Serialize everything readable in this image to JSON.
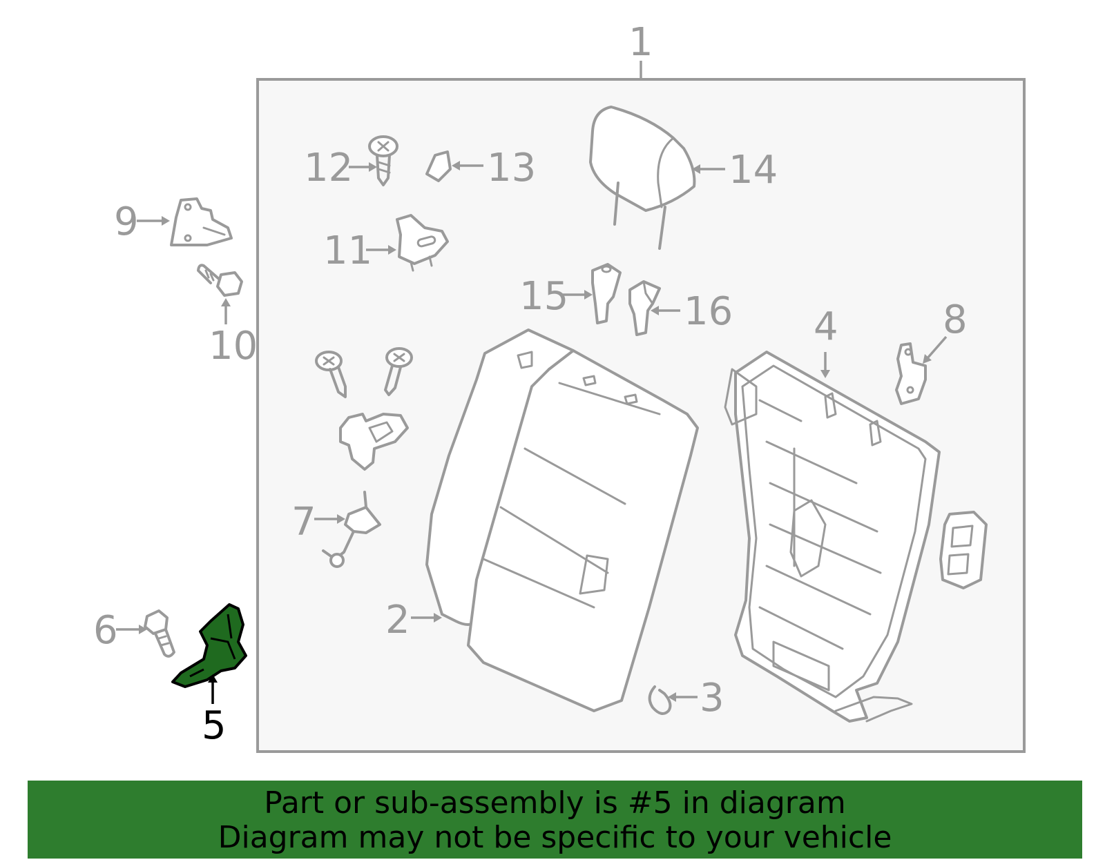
{
  "callouts": {
    "c1": "1",
    "c2": "2",
    "c3": "3",
    "c4": "4",
    "c5": "5",
    "c6": "6",
    "c7": "7",
    "c8": "8",
    "c9": "9",
    "c10": "10",
    "c11": "11",
    "c12": "12",
    "c13": "13",
    "c14": "14",
    "c15": "15",
    "c16": "16"
  },
  "highlighted_part": "5",
  "colors": {
    "highlight": "#1f6a1f",
    "banner": "#2e7d2e",
    "line": "#9a9a9a"
  },
  "banner": {
    "line1": "Part or sub-assembly is #5 in diagram",
    "line2": "Diagram may not be specific to your vehicle"
  }
}
